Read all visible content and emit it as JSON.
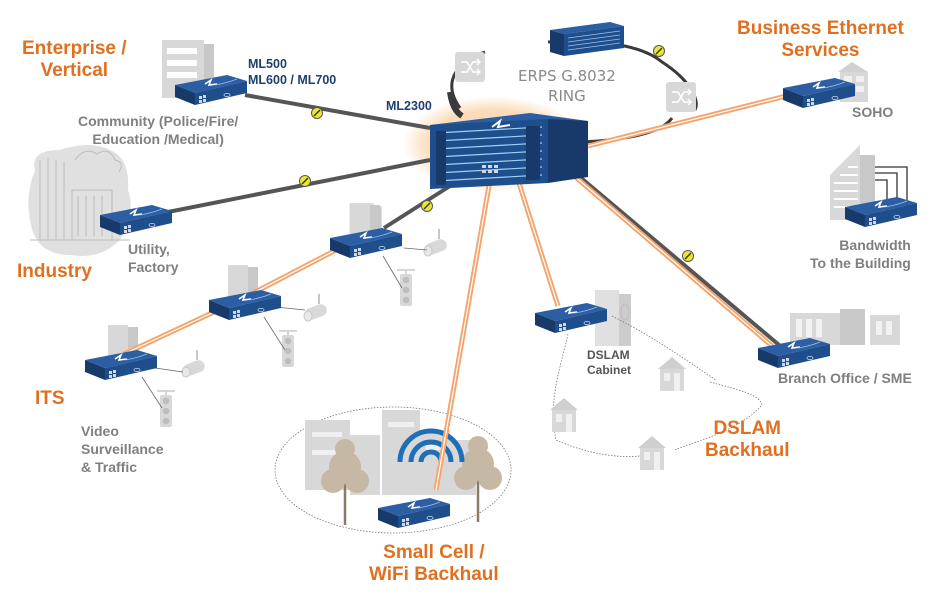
{
  "categories": {
    "enterprise": "Enterprise / Vertical",
    "enterprise_l1": "Enterprise /",
    "enterprise_l2": "Vertical",
    "industry": "Industry",
    "its": "ITS",
    "business_l1": "Business Ethernet",
    "business_l2": "Services",
    "small_cell_l1": "Small Cell  /",
    "small_cell_l2": "WiFi Backhaul",
    "dslam_l1": "DSLAM",
    "dslam_l2": "Backhaul"
  },
  "models": {
    "edge_l1": "ML500",
    "edge_l2": "ML600 / ML700",
    "core": "ML2300"
  },
  "ring": {
    "l1": "ERPS  G.8032",
    "l2": "RING"
  },
  "sublabels": {
    "community_l1": "Community (Police/Fire/",
    "community_l2": "Education /Medical)",
    "utility_l1": "Utility,",
    "utility_l2": "Factory",
    "video_l1": "Video",
    "video_l2": "Surveillance",
    "video_l3": "& Traffic",
    "soho": "SOHO",
    "bandwidth_l1": "Bandwidth",
    "bandwidth_l2": "To the Building",
    "branch": "Branch Office / SME",
    "dslam_cab_l1": "DSLAM",
    "dslam_cab_l2": "Cabinet"
  },
  "colors": {
    "accent_orange": "#e07020",
    "fiber_orange": "#f4a46c",
    "copper_gray": "#555555",
    "device_blue": "#1f4e8c",
    "device_dark": "#173a6a",
    "glow": "#fbd3a8",
    "marker_yellow": "#e8e832",
    "building_gray": "#d5d5d5",
    "label_gray": "#7f7f7f",
    "model_navy": "#1f3f6f"
  }
}
